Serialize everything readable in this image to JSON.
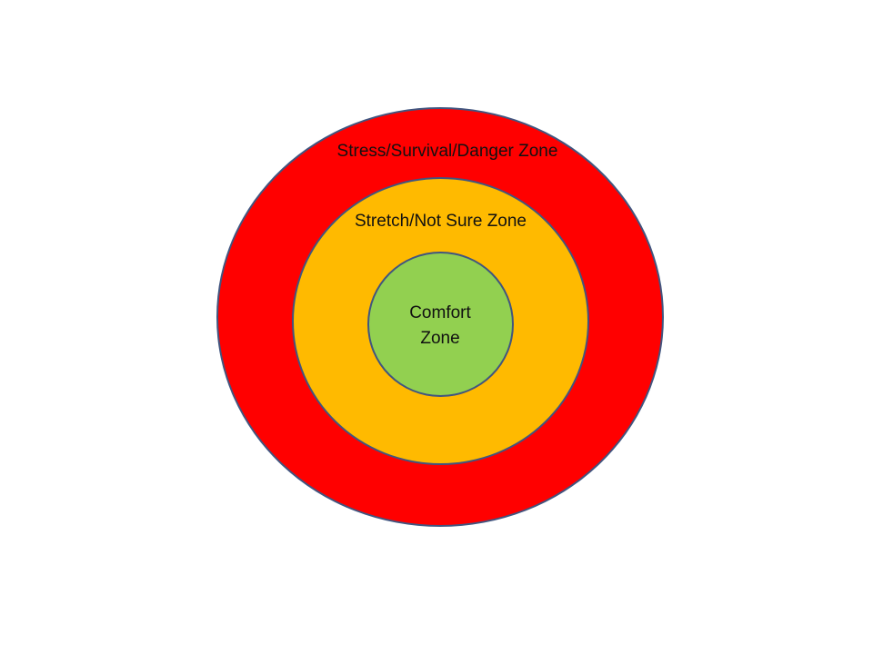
{
  "diagram": {
    "zones": [
      {
        "id": "outer",
        "label": "Stress/Survival/Danger Zone",
        "color": "#ff0000"
      },
      {
        "id": "middle",
        "label": "Stretch/Not Sure Zone",
        "color": "#ffba00"
      },
      {
        "id": "inner",
        "label_line1": "Comfort",
        "label_line2": "Zone",
        "color": "#92d050"
      }
    ],
    "border_color": "#41557f",
    "background_color": "#ffffff"
  }
}
